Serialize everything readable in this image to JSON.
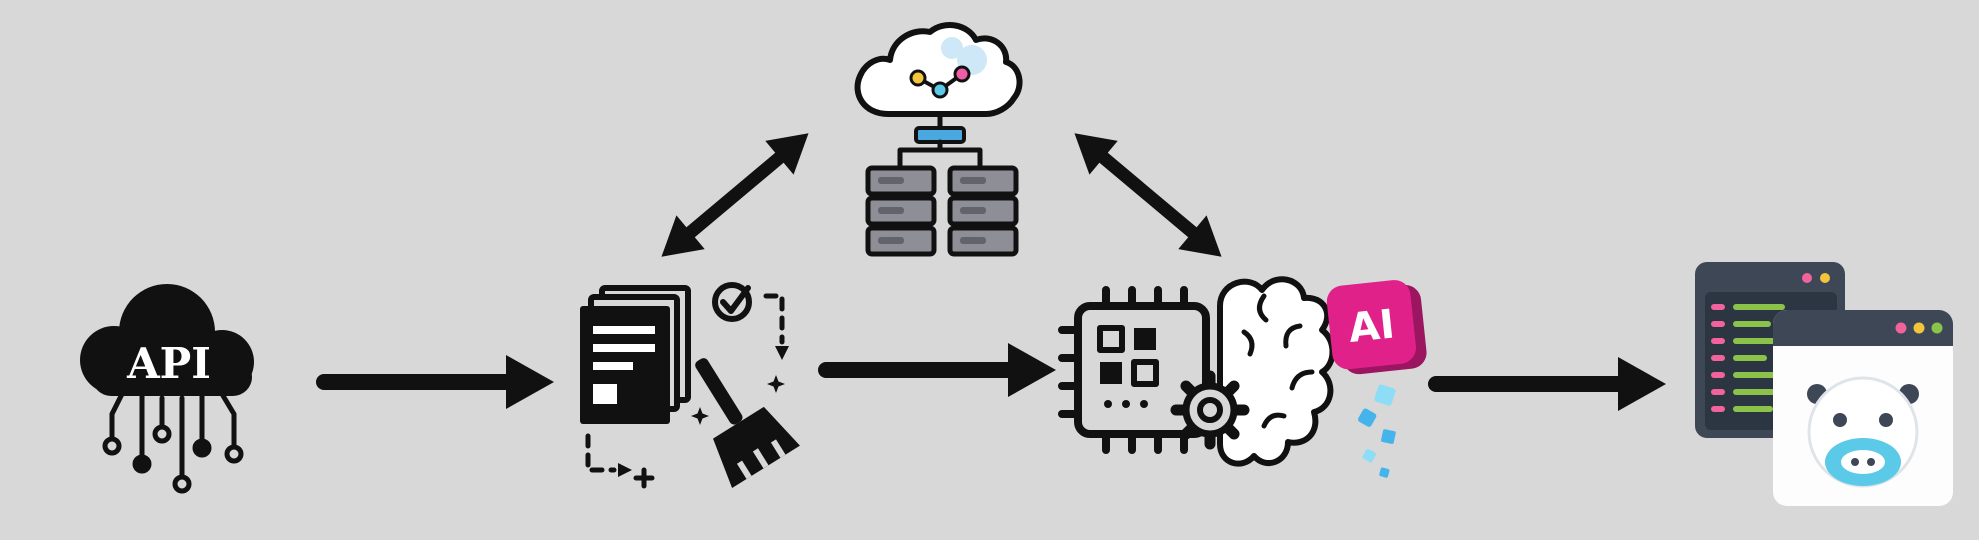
{
  "canvas": {
    "width": "1979",
    "height": "540"
  },
  "colors": {
    "background": "#d8d8d8",
    "ink": "#111111",
    "white": "#ffffff",
    "server_gray": "#8e8e96",
    "cloud_puff_blue": "#cfe8f7",
    "dot_yellow": "#f2c53d",
    "dot_pink": "#ef5da8",
    "dot_blue": "#5bc9e8",
    "bar_blue": "#4aa8e0",
    "ai_badge_pink": "#e0218a",
    "ai_badge_dark": "#9b1560",
    "confetti_light_blue": "#8eddf6",
    "confetti_blue": "#45b4ea",
    "window_frame_dark": "#3d4756",
    "window_body_dark": "#2c3542",
    "code_pink": "#f2639c",
    "code_green": "#8bc34a",
    "robot_cyan": "#5bc9e8",
    "window_white": "#fdfdfd"
  },
  "nodes": {
    "api_source": {
      "label": "API",
      "icon": "api-cloud-icon"
    },
    "data_cleaning": {
      "icon": "documents-cleaning-icon"
    },
    "cloud_database": {
      "icon": "cloud-server-icon"
    },
    "ai_processing": {
      "icon": "chip-brain-icon"
    },
    "ai_badge": {
      "label": "AI",
      "icon": "ai-badge-icon"
    },
    "dashboard": {
      "icon": "dashboard-robot-icon"
    }
  },
  "connectors": [
    {
      "name": "api-to-cleaning",
      "type": "arrow-right"
    },
    {
      "name": "cleaning-to-ai-processing",
      "type": "arrow-right"
    },
    {
      "name": "ai-processing-to-dashboard",
      "type": "arrow-right"
    },
    {
      "name": "cleaning-to-cloud-database",
      "type": "double-arrow-diagonal"
    },
    {
      "name": "cloud-database-to-ai-processing",
      "type": "double-arrow-diagonal"
    }
  ]
}
